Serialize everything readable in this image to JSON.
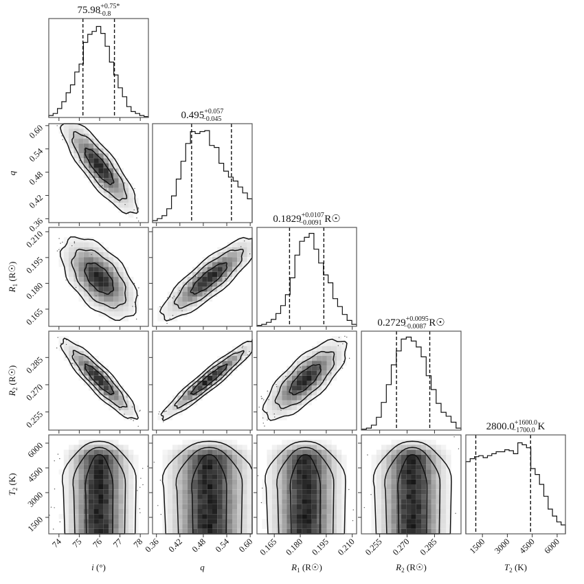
{
  "figure": {
    "type": "corner_plot",
    "parameters": [
      "i",
      "q",
      "R1",
      "R2",
      "T2"
    ]
  },
  "chart_data": {
    "type": "corner",
    "parameters": [
      {
        "key": "i",
        "axis_label": "i (°)",
        "axis_label_main": "i",
        "axis_label_unit": " (°)",
        "median": "75.98",
        "err_plus": "+0.75*",
        "err_minus": "−0.8",
        "unit_suffix": "",
        "range": [
          73.5,
          78.4
        ],
        "ticks": [
          74,
          75,
          76,
          77,
          78
        ],
        "tick_labels": [
          "74",
          "75",
          "76",
          "77",
          "78"
        ],
        "q16": 75.18,
        "q84": 76.73,
        "hist": [
          0.02,
          0.04,
          0.09,
          0.16,
          0.25,
          0.33,
          0.46,
          0.54,
          0.76,
          0.84,
          0.87,
          0.92,
          0.85,
          0.72,
          0.56,
          0.43,
          0.3,
          0.21,
          0.11,
          0.06,
          0.04,
          0.02,
          0.01
        ]
      },
      {
        "key": "q",
        "axis_label": "q",
        "axis_label_main": "q",
        "axis_label_unit": "",
        "median": "0.495",
        "err_plus": "+0.057",
        "err_minus": "−0.045",
        "unit_suffix": "",
        "range": [
          0.35,
          0.605
        ],
        "ticks": [
          0.36,
          0.42,
          0.48,
          0.54,
          0.6
        ],
        "tick_labels": [
          "0.36",
          "0.42",
          "0.48",
          "0.54",
          "0.60"
        ],
        "q16": 0.45,
        "q84": 0.552,
        "hist": [
          0.02,
          0.04,
          0.07,
          0.14,
          0.27,
          0.44,
          0.62,
          0.8,
          0.92,
          0.9,
          0.92,
          0.93,
          0.78,
          0.76,
          0.6,
          0.52,
          0.46,
          0.42,
          0.36,
          0.3,
          0.24
        ]
      },
      {
        "key": "R1",
        "axis_label": "R1 (R☉)",
        "axis_label_main": "R",
        "axis_label_sub": "1",
        "axis_label_unit": " (R☉)",
        "median": "0.1829",
        "err_plus": "+0.0107",
        "err_minus": "−0.0091",
        "unit_suffix": " R☉",
        "range": [
          0.155,
          0.2125
        ],
        "ticks": [
          0.165,
          0.18,
          0.195,
          0.21
        ],
        "tick_labels": [
          "0.165",
          "0.180",
          "0.195",
          "0.210"
        ],
        "q16": 0.1738,
        "q84": 0.1936,
        "hist": [
          0.01,
          0.02,
          0.04,
          0.07,
          0.13,
          0.21,
          0.32,
          0.49,
          0.72,
          0.86,
          0.9,
          0.94,
          0.78,
          0.64,
          0.52,
          0.44,
          0.28,
          0.2,
          0.12,
          0.06,
          0.02
        ]
      },
      {
        "key": "R2",
        "axis_label": "R2 (R☉)",
        "axis_label_main": "R",
        "axis_label_sub": "2",
        "axis_label_unit": " (R☉)",
        "median": "0.2729",
        "err_plus": "+0.0095",
        "err_minus": "−0.0087",
        "unit_suffix": " R☉",
        "range": [
          0.245,
          0.2995
        ],
        "ticks": [
          0.255,
          0.27,
          0.285
        ],
        "tick_labels": [
          "0.255",
          "0.270",
          "0.285"
        ],
        "q16": 0.2642,
        "q84": 0.2824,
        "hist": [
          0.01,
          0.02,
          0.05,
          0.13,
          0.28,
          0.46,
          0.66,
          0.8,
          0.92,
          0.94,
          0.9,
          0.84,
          0.74,
          0.55,
          0.41,
          0.27,
          0.18,
          0.14,
          0.08,
          0.02
        ]
      },
      {
        "key": "T2",
        "axis_label": "T2 (K)",
        "axis_label_main": "T",
        "axis_label_sub": "2",
        "axis_label_unit": " (K)",
        "median": "2800.0",
        "err_plus": "+1600.0",
        "err_minus": "−1700.0",
        "unit_suffix": " K",
        "range": [
          500,
          6500
        ],
        "ticks": [
          1500,
          3000,
          4500,
          6000
        ],
        "tick_labels": [
          "1500",
          "3000",
          "4500",
          "6000"
        ],
        "q16": 1100,
        "q84": 4400,
        "hist": [
          0.73,
          0.76,
          0.78,
          0.79,
          0.77,
          0.79,
          0.81,
          0.83,
          0.83,
          0.85,
          0.84,
          0.81,
          0.92,
          0.9,
          0.87,
          0.66,
          0.6,
          0.5,
          0.38,
          0.25,
          0.18,
          0.12,
          0.09
        ]
      }
    ],
    "titles": [
      "75.98 +0.75* −0.8",
      "0.495 +0.057 −0.045",
      "0.1829 +0.0107 −0.0091 R☉",
      "0.2729 +0.0095 −0.0087 R☉",
      "2800.0 +1600.0 −1700.0 K"
    ],
    "xlabels": [
      "i (°)",
      "q",
      "R1 (R☉)",
      "R2 (R☉)",
      "T2 (K)"
    ],
    "ylabels": [
      "q",
      "R1 (R☉)",
      "R2 (R☉)",
      "T2 (K)"
    ],
    "correlations": {
      "i_q": -0.85,
      "i_R1": -0.55,
      "i_R2": -0.9,
      "i_T2": 0.0,
      "q_R1": 0.85,
      "q_R2": 0.95,
      "q_T2": 0.0,
      "R1_R2": 0.75,
      "R1_T2": 0.0,
      "R2_T2": 0.0
    },
    "quantile_lines": "16th and 84th percentiles (dashed)",
    "contour_levels": 3,
    "grid": false,
    "colormap": "greys"
  }
}
